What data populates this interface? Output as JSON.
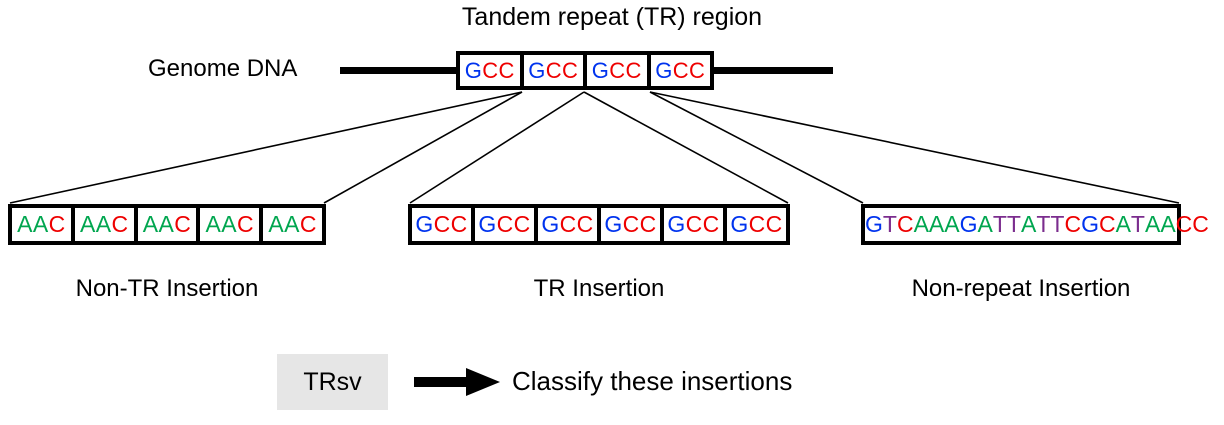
{
  "title": "Tandem repeat (TR) region",
  "genome_label": "Genome DNA",
  "colors": {
    "base_A": "#00a64f",
    "base_C": "#ee0000",
    "base_G": "#0033ee",
    "base_T": "#7b2d8e",
    "outline": "#000000",
    "trsv_box_bg": "#e6e6e6",
    "background": "#ffffff"
  },
  "tr_region": {
    "repeat_unit": "GCC",
    "copies": 4,
    "cells": [
      "GCC",
      "GCC",
      "GCC",
      "GCC"
    ]
  },
  "panels": [
    {
      "id": "non-tr-insertion",
      "caption": "Non-TR Insertion",
      "repeat_unit": "AAC",
      "copies": 5,
      "cells": [
        "AAC",
        "AAC",
        "AAC",
        "AAC",
        "AAC"
      ]
    },
    {
      "id": "tr-insertion",
      "caption": "TR Insertion",
      "repeat_unit": "GCC",
      "copies": 6,
      "cells": [
        "GCC",
        "GCC",
        "GCC",
        "GCC",
        "GCC",
        "GCC"
      ]
    },
    {
      "id": "non-repeat-insertion",
      "caption": "Non-repeat Insertion",
      "repeat_unit": null,
      "copies": 1,
      "cells": [
        "GTCAAAGATTATTCGCATAACC"
      ]
    }
  ],
  "legend": {
    "tool_name": "TRsv",
    "arrow": "right-arrow-icon",
    "action_text": "Classify these insertions"
  }
}
